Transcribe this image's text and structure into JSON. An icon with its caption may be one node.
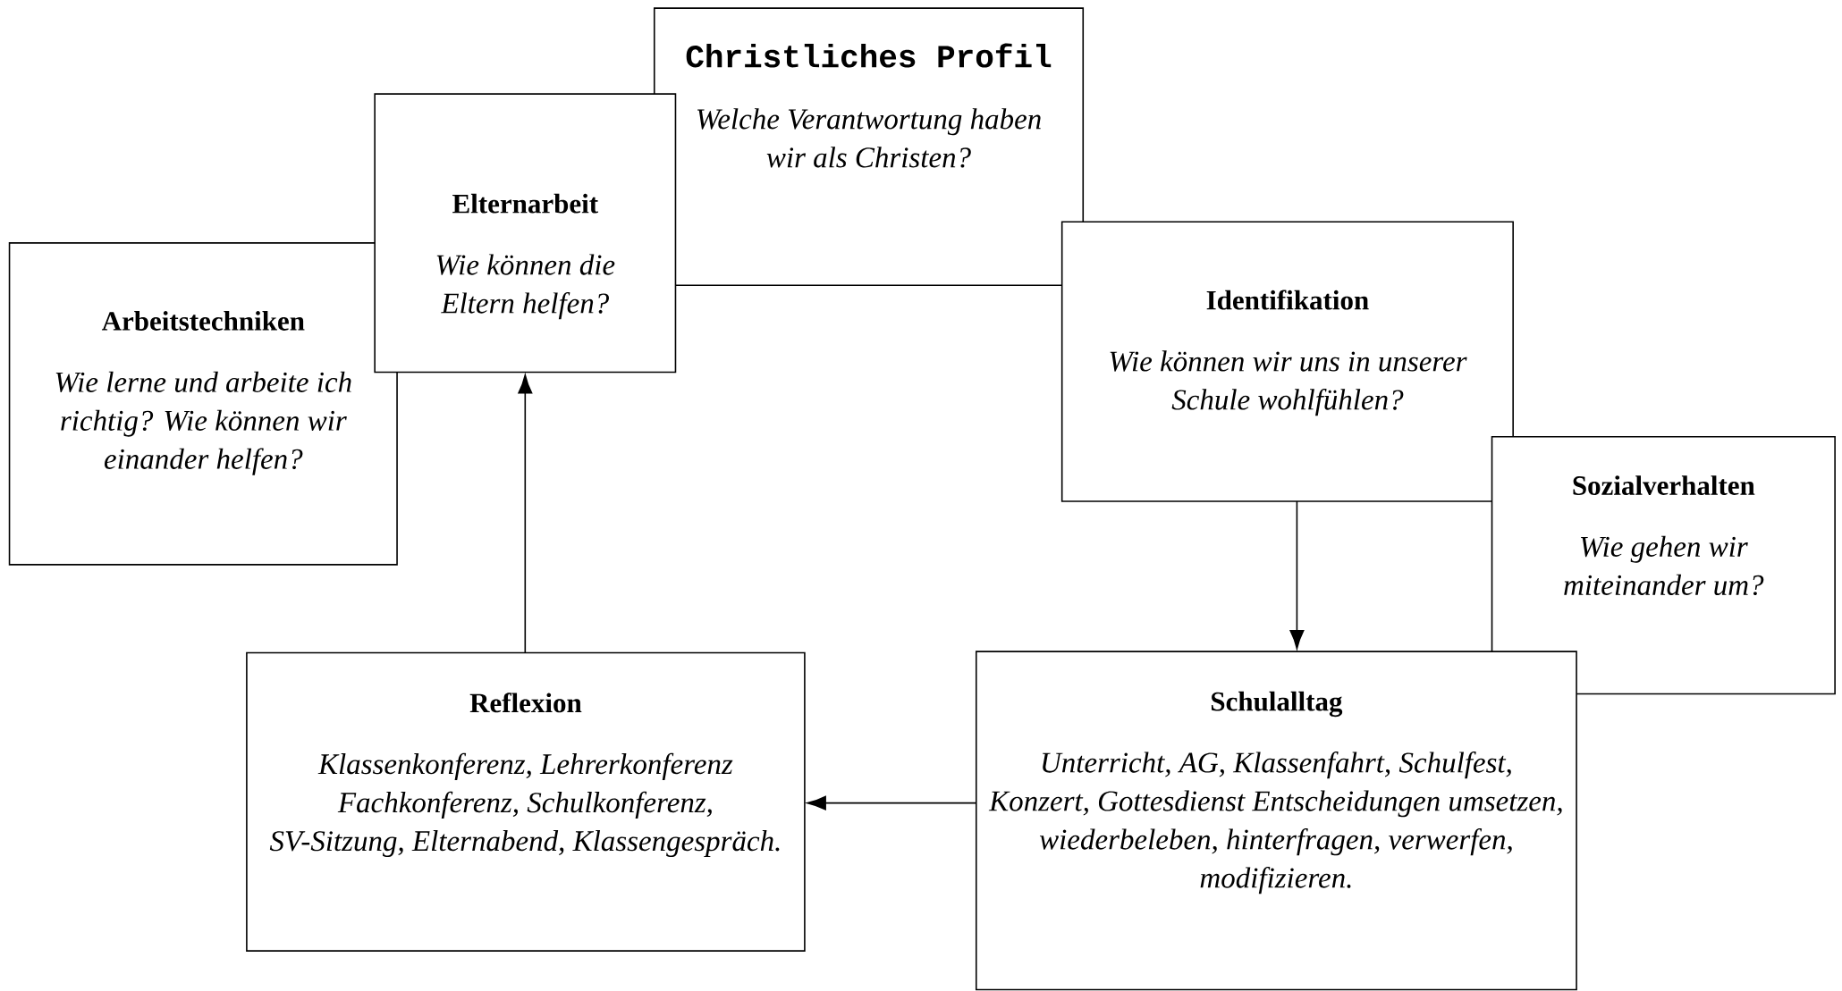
{
  "diagram": {
    "nodes": [
      {
        "text": [
          "Christliches Profil",
          "Welche Verantwortung haben wir als Christen?"
        ]
      },
      {
        "text": [
          "Elternarbeit",
          "Wie können die Eltern helfen?"
        ]
      },
      {
        "text": [
          "Arbeitstechniken",
          "Wie lerne und arbeite ich richtig? Wie können wir einander helfen?"
        ]
      },
      {
        "text": [
          "Identifikation",
          "Wie können wir uns in unserer Schule wohlfühlen?"
        ]
      },
      {
        "text": [
          "Sozialverhalten",
          "Wie gehen wir miteinander um?"
        ]
      },
      {
        "text": [
          "Reflexion",
          "Klassenkonferenz, Lehrerkonferenz Fachkonferenz, Schulkonferenz, SV-Sitzung, Elternabend, Klassengespräch."
        ]
      },
      {
        "text": [
          "Schulalltag",
          "Unterricht, AG, Klassenfahrt, Schulfest, Konzert, Gottesdienst Entscheidungen umsetzen, wiederbeleben, hinterfragen, verwerfen, modifizieren."
        ]
      }
    ],
    "edges": [
      {
        "from": 3,
        "to": 6,
        "arrow": "to"
      },
      {
        "from": 6,
        "to": 5,
        "arrow": "to"
      },
      {
        "from": 5,
        "to": 1,
        "arrow": "to"
      }
    ]
  }
}
